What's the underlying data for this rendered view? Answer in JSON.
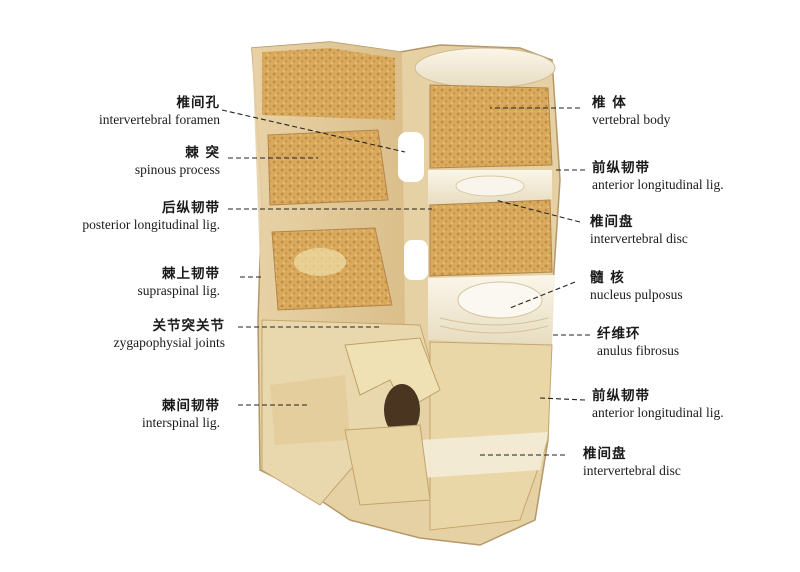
{
  "labels": {
    "intervertebral_foramen": {
      "zh": "椎间孔",
      "en": "intervertebral foramen"
    },
    "spinous_process": {
      "zh": "棘 突",
      "en": "spinous process"
    },
    "posterior_longitudinal_lig": {
      "zh": "后纵韧带",
      "en": "posterior longitudinal lig."
    },
    "supraspinal_lig": {
      "zh": "棘上韧带",
      "en": "supraspinal lig."
    },
    "zygapophysial_joints": {
      "zh": "关节突关节",
      "en": "zygapophysial joints"
    },
    "interspinal_lig": {
      "zh": "棘间韧带",
      "en": "interspinal lig."
    },
    "vertebral_body": {
      "zh": "椎 体",
      "en": "vertebral body"
    },
    "anterior_longitudinal_lig_upper": {
      "zh": "前纵韧带",
      "en": "anterior longitudinal lig."
    },
    "intervertebral_disc_upper": {
      "zh": "椎间盘",
      "en": "intervertebral disc"
    },
    "nucleus_pulposus": {
      "zh": "髓 核",
      "en": "nucleus pulposus"
    },
    "anulus_fibrosus": {
      "zh": "纤维环",
      "en": "anulus fibrosus"
    },
    "anterior_longitudinal_lig_lower": {
      "zh": "前纵韧带",
      "en": "anterior longitudinal lig."
    },
    "intervertebral_disc_lower": {
      "zh": "椎间盘",
      "en": "intervertebral disc"
    }
  },
  "colors": {
    "background": "#ffffff",
    "bone_cancellous": "#d8a85c",
    "bone_cortex": "#c99850",
    "ligament": "#ead7b0",
    "disc": "#f2ead6",
    "leader_line": "#222222"
  }
}
